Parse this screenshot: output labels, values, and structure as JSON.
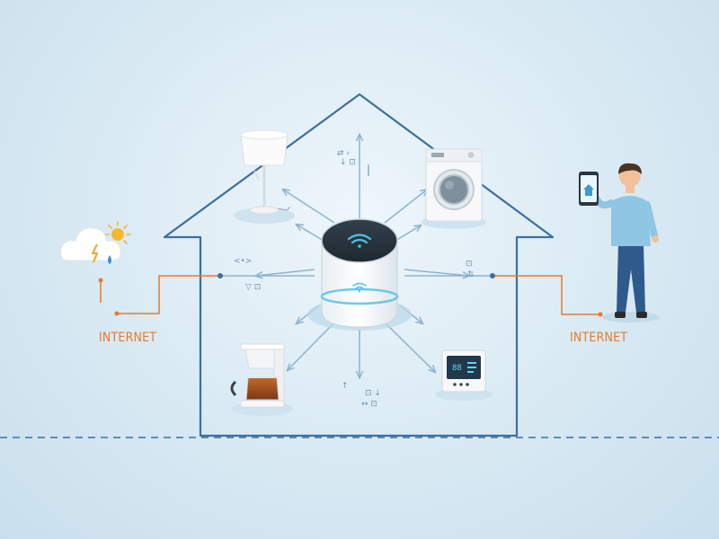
{
  "labels": {
    "internet_left": "INTERNET",
    "internet_right": "INTERNET"
  },
  "hub": {
    "wifi_symbol": "wifi-icon"
  },
  "devices": [
    {
      "name": "lamp",
      "icon": "lamp-icon"
    },
    {
      "name": "washing-machine",
      "icon": "washing-machine-icon"
    },
    {
      "name": "coffee-maker",
      "icon": "coffee-maker-icon"
    },
    {
      "name": "thermostat",
      "icon": "thermostat-icon"
    }
  ],
  "external": {
    "weather": "cloud-sun-icon",
    "person": "person-with-phone-icon"
  },
  "colors": {
    "house_outline": "#3d6f9e",
    "connector": "#e8792b",
    "arrow": "#8fb3cc",
    "hub_accent": "#4fc3e8",
    "label": "#e8792b"
  }
}
